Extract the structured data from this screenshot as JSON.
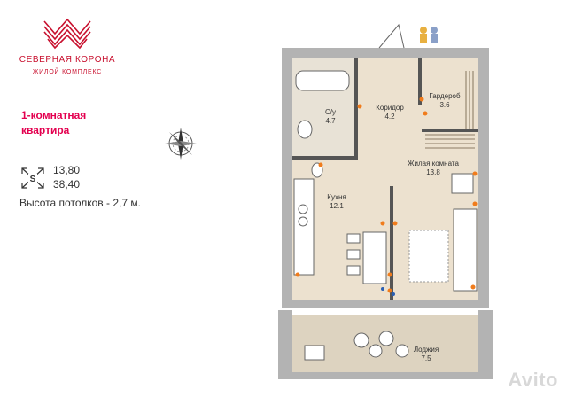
{
  "brand": {
    "name": "СЕВЕРНАЯ КОРОНА",
    "subtitle": "ЖИЛОЙ КОМПЛЕКС",
    "color": "#c8102e"
  },
  "apartment": {
    "type_line1": "1-комнатная",
    "type_line2": "квартира",
    "area_total": "13,80",
    "area_total_2": "38,40",
    "area_icon_letter": "S",
    "ceiling": "Высота потолков - 2,7 м.",
    "accent_color": "#e3004f"
  },
  "rooms": [
    {
      "name": "С/у",
      "area": "4.7"
    },
    {
      "name": "Коридор",
      "area": "4.2"
    },
    {
      "name": "Гардероб",
      "area": "3.6"
    },
    {
      "name": "Жилая комната",
      "area": "13.8"
    },
    {
      "name": "Кухня",
      "area": "12.1"
    },
    {
      "name": "Лоджия",
      "area": "7.5"
    }
  ],
  "watermark": "Avito"
}
